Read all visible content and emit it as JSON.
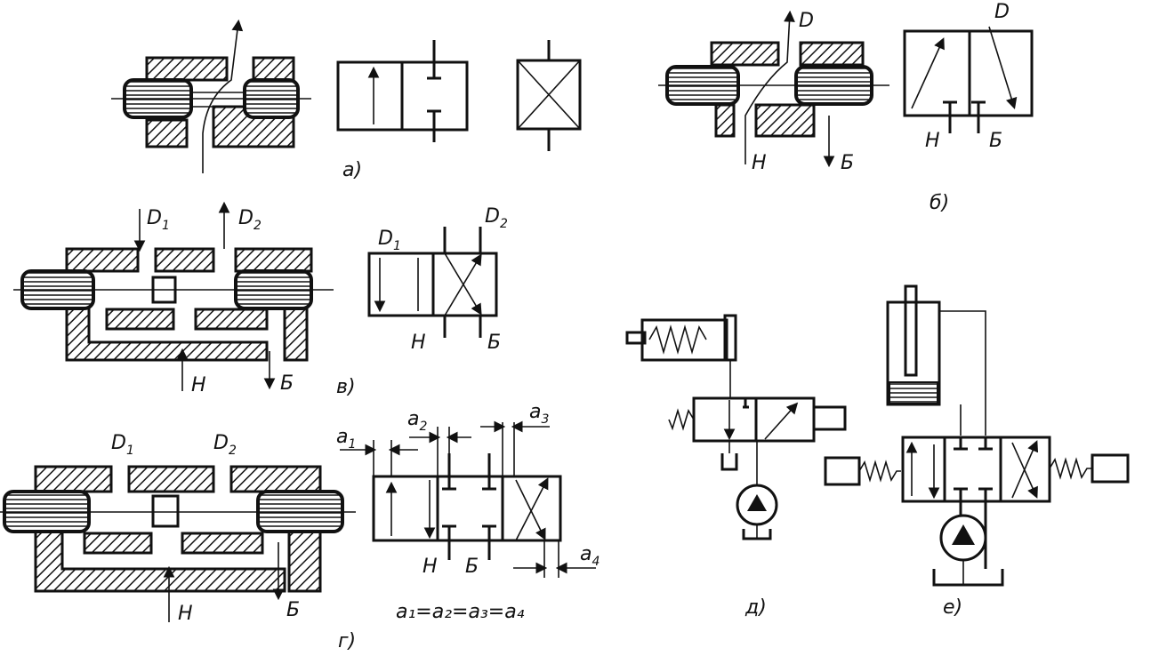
{
  "figure": {
    "captions": {
      "a": "а)",
      "b": "б)",
      "v": "в)",
      "g": "г)",
      "d": "д)",
      "e": "е)"
    },
    "ports": {
      "D": "D",
      "D1": "D",
      "D2": "D",
      "H": "Н",
      "B": "Б",
      "idx1": "1",
      "idx2": "2"
    },
    "dims": {
      "a": "a",
      "i1": "1",
      "i2": "2",
      "i3": "3",
      "i4": "4"
    },
    "equation": "a₁=a₂=a₃=a₄"
  }
}
